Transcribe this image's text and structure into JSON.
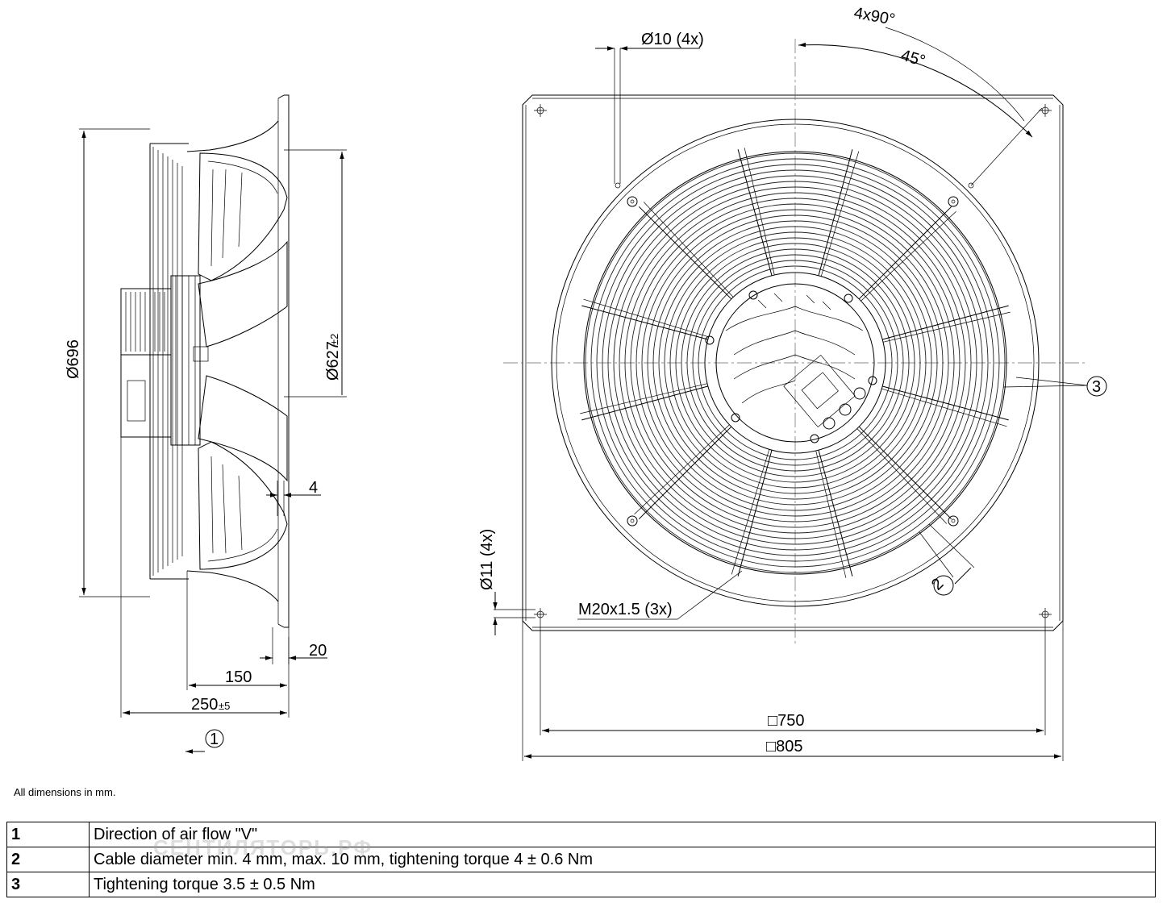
{
  "side_view": {
    "dim_diameter_696": "Ø696",
    "dim_diameter_627": "Ø627",
    "dim_diameter_627_tol": "±2",
    "dim_4": "4",
    "dim_20": "20",
    "dim_150": "150",
    "dim_250": "250",
    "dim_250_tol": "±5",
    "marker_1": "1"
  },
  "front_view": {
    "dim_hole_10": "Ø10 (4x)",
    "dim_angle_4x90": "4x90°",
    "dim_angle_45": "45°",
    "dim_hole_11": "Ø11 (4x)",
    "thread_label": "M20x1.5 (3x)",
    "dim_750": "□750",
    "dim_805": "□805",
    "marker_2": "2",
    "marker_3": "3"
  },
  "note": "All dimensions in mm.",
  "legend": [
    {
      "num": "1",
      "text": "Direction of air flow \"V\""
    },
    {
      "num": "2",
      "text": "Cable diameter min. 4 mm, max. 10 mm, tightening torque 4 ± 0.6 Nm"
    },
    {
      "num": "3",
      "text": "Tightening torque 3.5 ± 0.5 Nm"
    }
  ],
  "watermark": "СЕНТИЛЯТОРЬ.РФ"
}
